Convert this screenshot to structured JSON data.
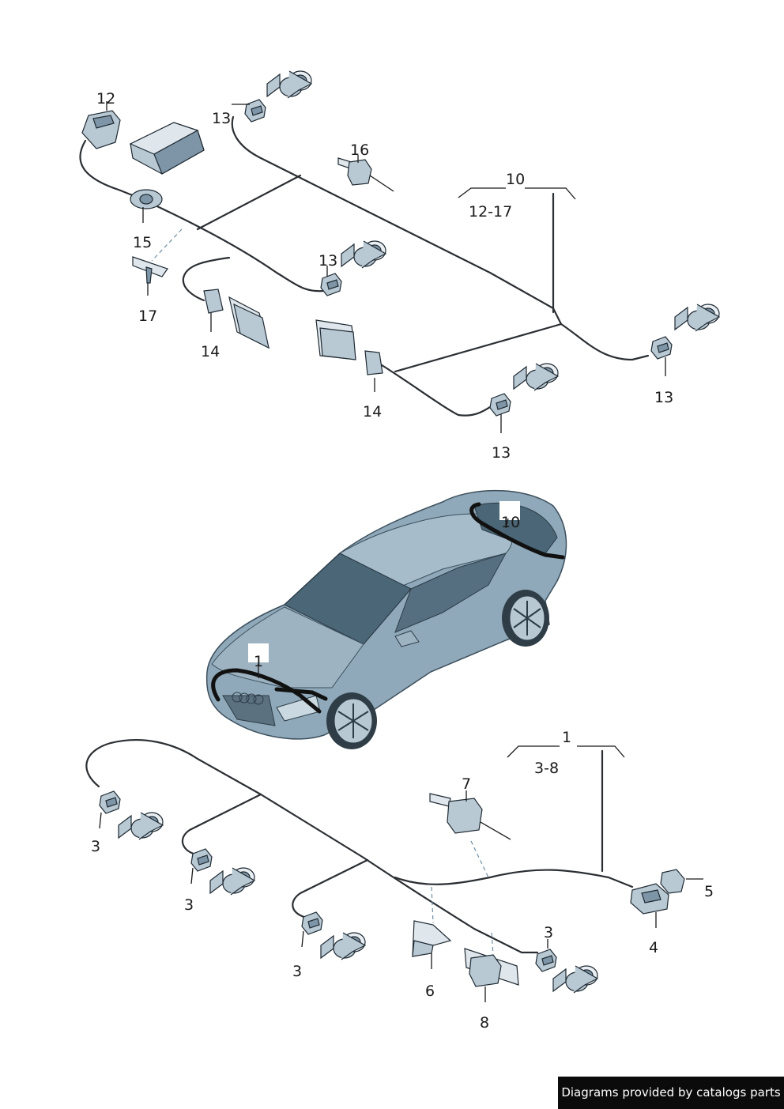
{
  "callouts": {
    "c1_car": "1",
    "c1_group": "1",
    "c1_range": "3-8",
    "c3a": "3",
    "c3b": "3",
    "c3c": "3",
    "c3d": "3",
    "c4": "4",
    "c5": "5",
    "c6": "6",
    "c7": "7",
    "c8": "8",
    "c10_car": "10",
    "c10_group": "10",
    "c10_range": "12-17",
    "c12": "12",
    "c13a": "13",
    "c13b": "13",
    "c13c": "13",
    "c13d": "13",
    "c14a": "14",
    "c14b": "14",
    "c15": "15",
    "c16": "16",
    "c17": "17"
  },
  "footer": {
    "credit": "Diagrams provided by catalogs parts"
  },
  "colors": {
    "car_body": "#8fa9ba",
    "car_shadow": "#5f7a8c",
    "glass": "#4b6676",
    "wire": "#2b2f33",
    "part": "#b9c9d4",
    "footer_bg": "#0b0b0b"
  },
  "icons": {
    "sensor": "parking-sensor-icon",
    "connector": "wire-connector-icon",
    "control_unit": "control-unit-icon",
    "car": "coupe-car-icon"
  }
}
